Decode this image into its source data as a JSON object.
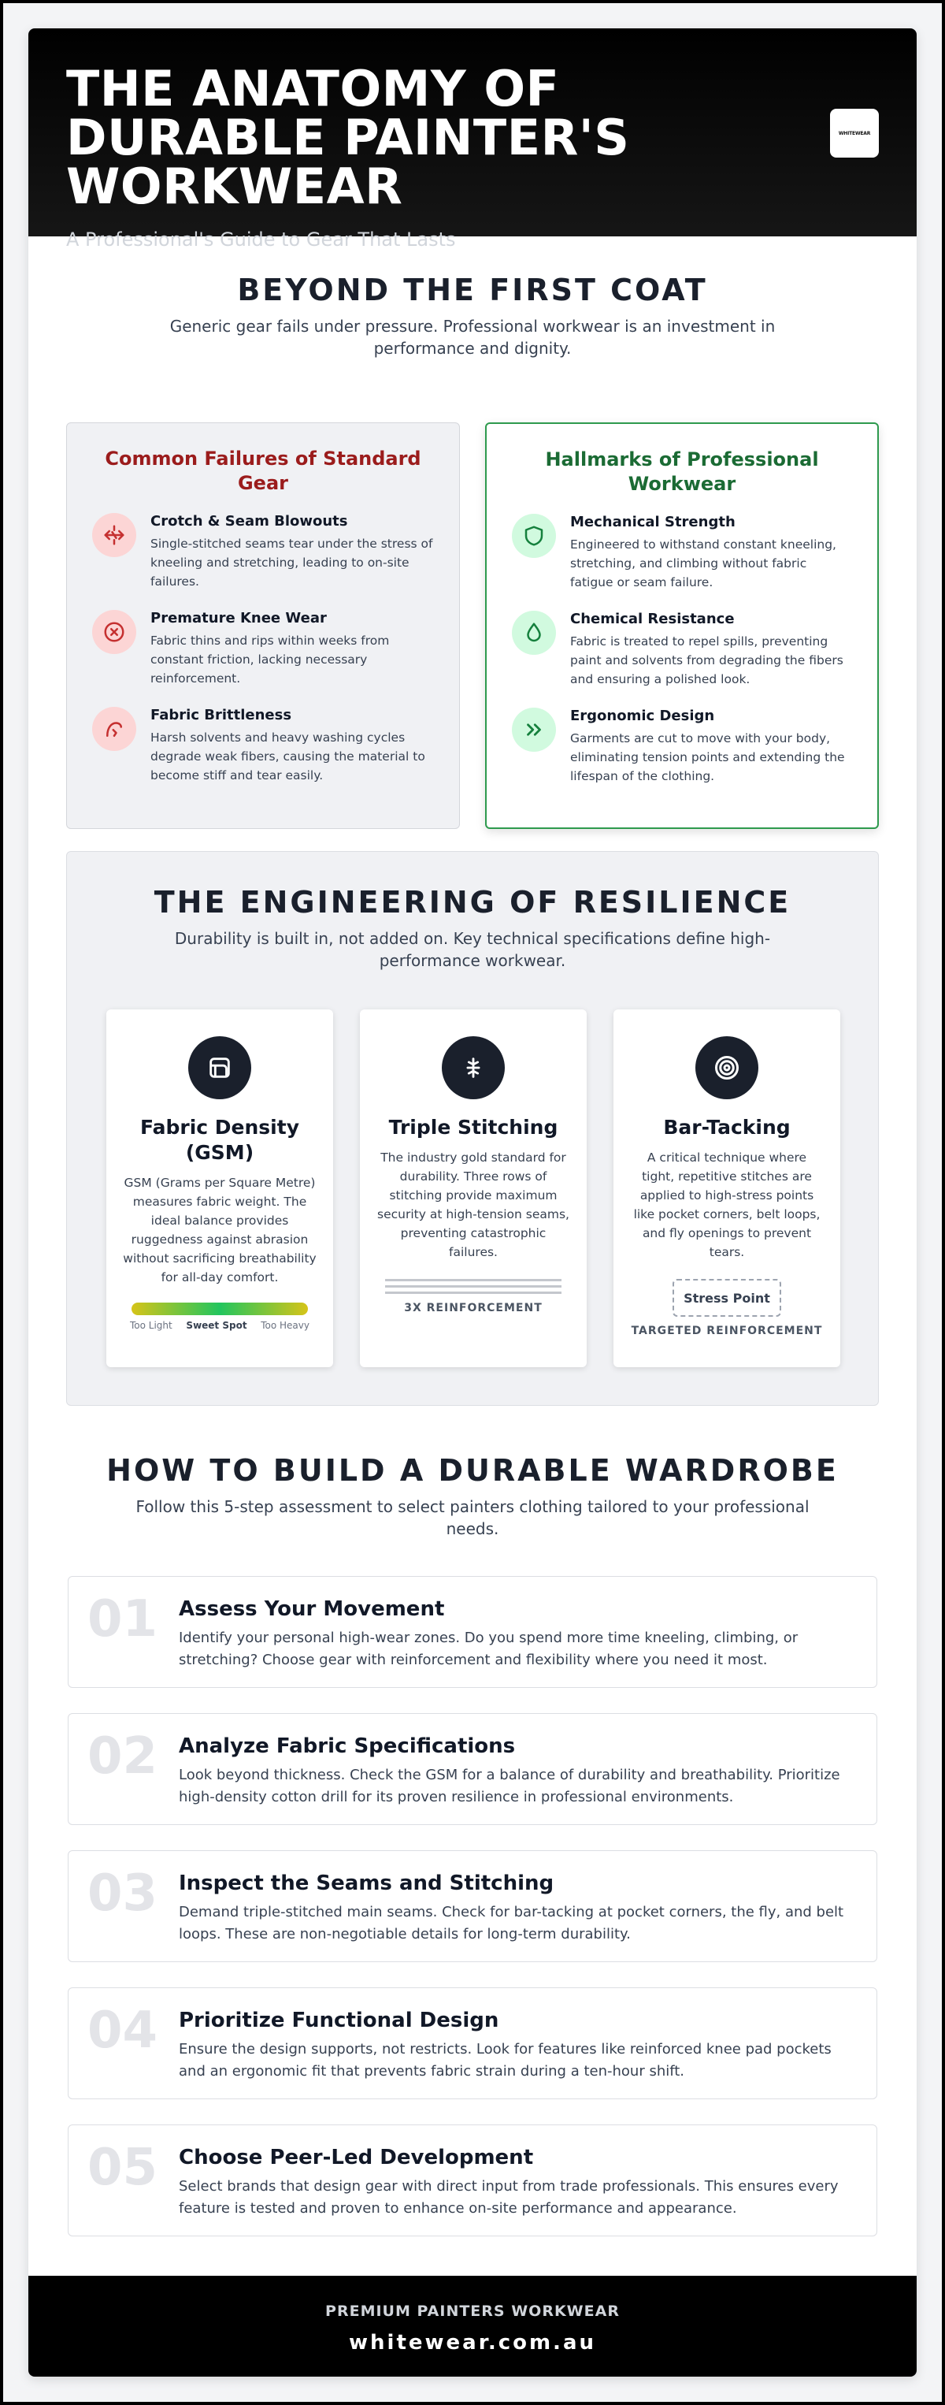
{
  "header": {
    "title": "THE ANATOMY OF DURABLE PAINTER'S WORKWEAR",
    "subtitle": "A Professional's Guide to Gear That Lasts",
    "logo_text": "WHITEWEAR"
  },
  "section1": {
    "title": "BEYOND THE FIRST COAT",
    "subtitle": "Generic gear fails under pressure. Professional workwear is an investment in performance and dignity.",
    "failures": {
      "heading": "Common Failures of Standard Gear",
      "items": [
        {
          "icon": "seam-split-icon",
          "title": "Crotch & Seam Blowouts",
          "text": "Single-stitched seams tear under the stress of kneeling and stretching, leading to on-site failures."
        },
        {
          "icon": "x-circle-icon",
          "title": "Premature Knee Wear",
          "text": "Fabric thins and rips within weeks from constant friction, lacking necessary reinforcement."
        },
        {
          "icon": "broken-fiber-icon",
          "title": "Fabric Brittleness",
          "text": "Harsh solvents and heavy washing cycles degrade weak fibers, causing the material to become stiff and tear easily."
        }
      ]
    },
    "hallmarks": {
      "heading": "Hallmarks of Professional Workwear",
      "items": [
        {
          "icon": "shield-icon",
          "title": "Mechanical Strength",
          "text": "Engineered to withstand constant kneeling, stretching, and climbing without fabric fatigue or seam failure."
        },
        {
          "icon": "droplet-icon",
          "title": "Chemical Resistance",
          "text": "Fabric is treated to repel spills, preventing paint and solvents from degrading the fibers and ensuring a polished look."
        },
        {
          "icon": "chevrons-right-icon",
          "title": "Ergonomic Design",
          "text": "Garments are cut to move with your body, eliminating tension points and extending the lifespan of the clothing."
        }
      ]
    }
  },
  "section2": {
    "title": "THE ENGINEERING OF RESILIENCE",
    "subtitle": "Durability is built in, not added on. Key technical specifications define high-performance workwear.",
    "cards": [
      {
        "icon": "fabric-layers-icon",
        "title": "Fabric Density (GSM)",
        "text": "GSM (Grams per Square Metre) measures fabric weight. The ideal balance provides ruggedness against abrasion without sacrificing breathability for all-day comfort.",
        "gauge": [
          "Too Light",
          "Sweet Spot",
          "Too Heavy"
        ]
      },
      {
        "icon": "stitching-icon",
        "title": "Triple Stitching",
        "text": "The industry gold standard for durability. Three rows of stitching provide maximum security at high-tension seams, preventing catastrophic failures.",
        "caption": "3X REINFORCEMENT"
      },
      {
        "icon": "target-icon",
        "title": "Bar-Tacking",
        "text": "A critical technique where tight, repetitive stitches are applied to high-stress points like pocket corners, belt loops, and fly openings to prevent tears.",
        "stress_label": "Stress Point",
        "caption": "TARGETED REINFORCEMENT"
      }
    ]
  },
  "section3": {
    "title": "HOW TO BUILD A DURABLE WARDROBE",
    "subtitle": "Follow this 5-step assessment to select painters clothing tailored to your professional needs.",
    "steps": [
      {
        "num": "01",
        "title": "Assess Your Movement",
        "text": "Identify your personal high-wear zones. Do you spend more time kneeling, climbing, or stretching? Choose gear with reinforcement and flexibility where you need it most."
      },
      {
        "num": "02",
        "title": "Analyze Fabric Specifications",
        "text": "Look beyond thickness. Check the GSM for a balance of durability and breathability. Prioritize high-density cotton drill for its proven resilience in professional environments."
      },
      {
        "num": "03",
        "title": "Inspect the Seams and Stitching",
        "text": "Demand triple-stitched main seams. Check for bar-tacking at pocket corners, the fly, and belt loops. These are non-negotiable details for long-term durability."
      },
      {
        "num": "04",
        "title": "Prioritize Functional Design",
        "text": "Ensure the design supports, not restricts. Look for features like reinforced knee pad pockets and an ergonomic fit that prevents fabric strain during a ten-hour shift."
      },
      {
        "num": "05",
        "title": "Choose Peer-Led Development",
        "text": "Select brands that design gear with direct input from trade professionals. This ensures every feature is tested and proven to enhance on-site performance and appearance."
      }
    ]
  },
  "footer": {
    "tagline": "PREMIUM PAINTERS WORKWEAR",
    "site": "whitewear.com.au"
  },
  "colors": {
    "failure_red": "#9b1c1c",
    "success_green": "#1b6b34",
    "dark": "#1a202c"
  }
}
